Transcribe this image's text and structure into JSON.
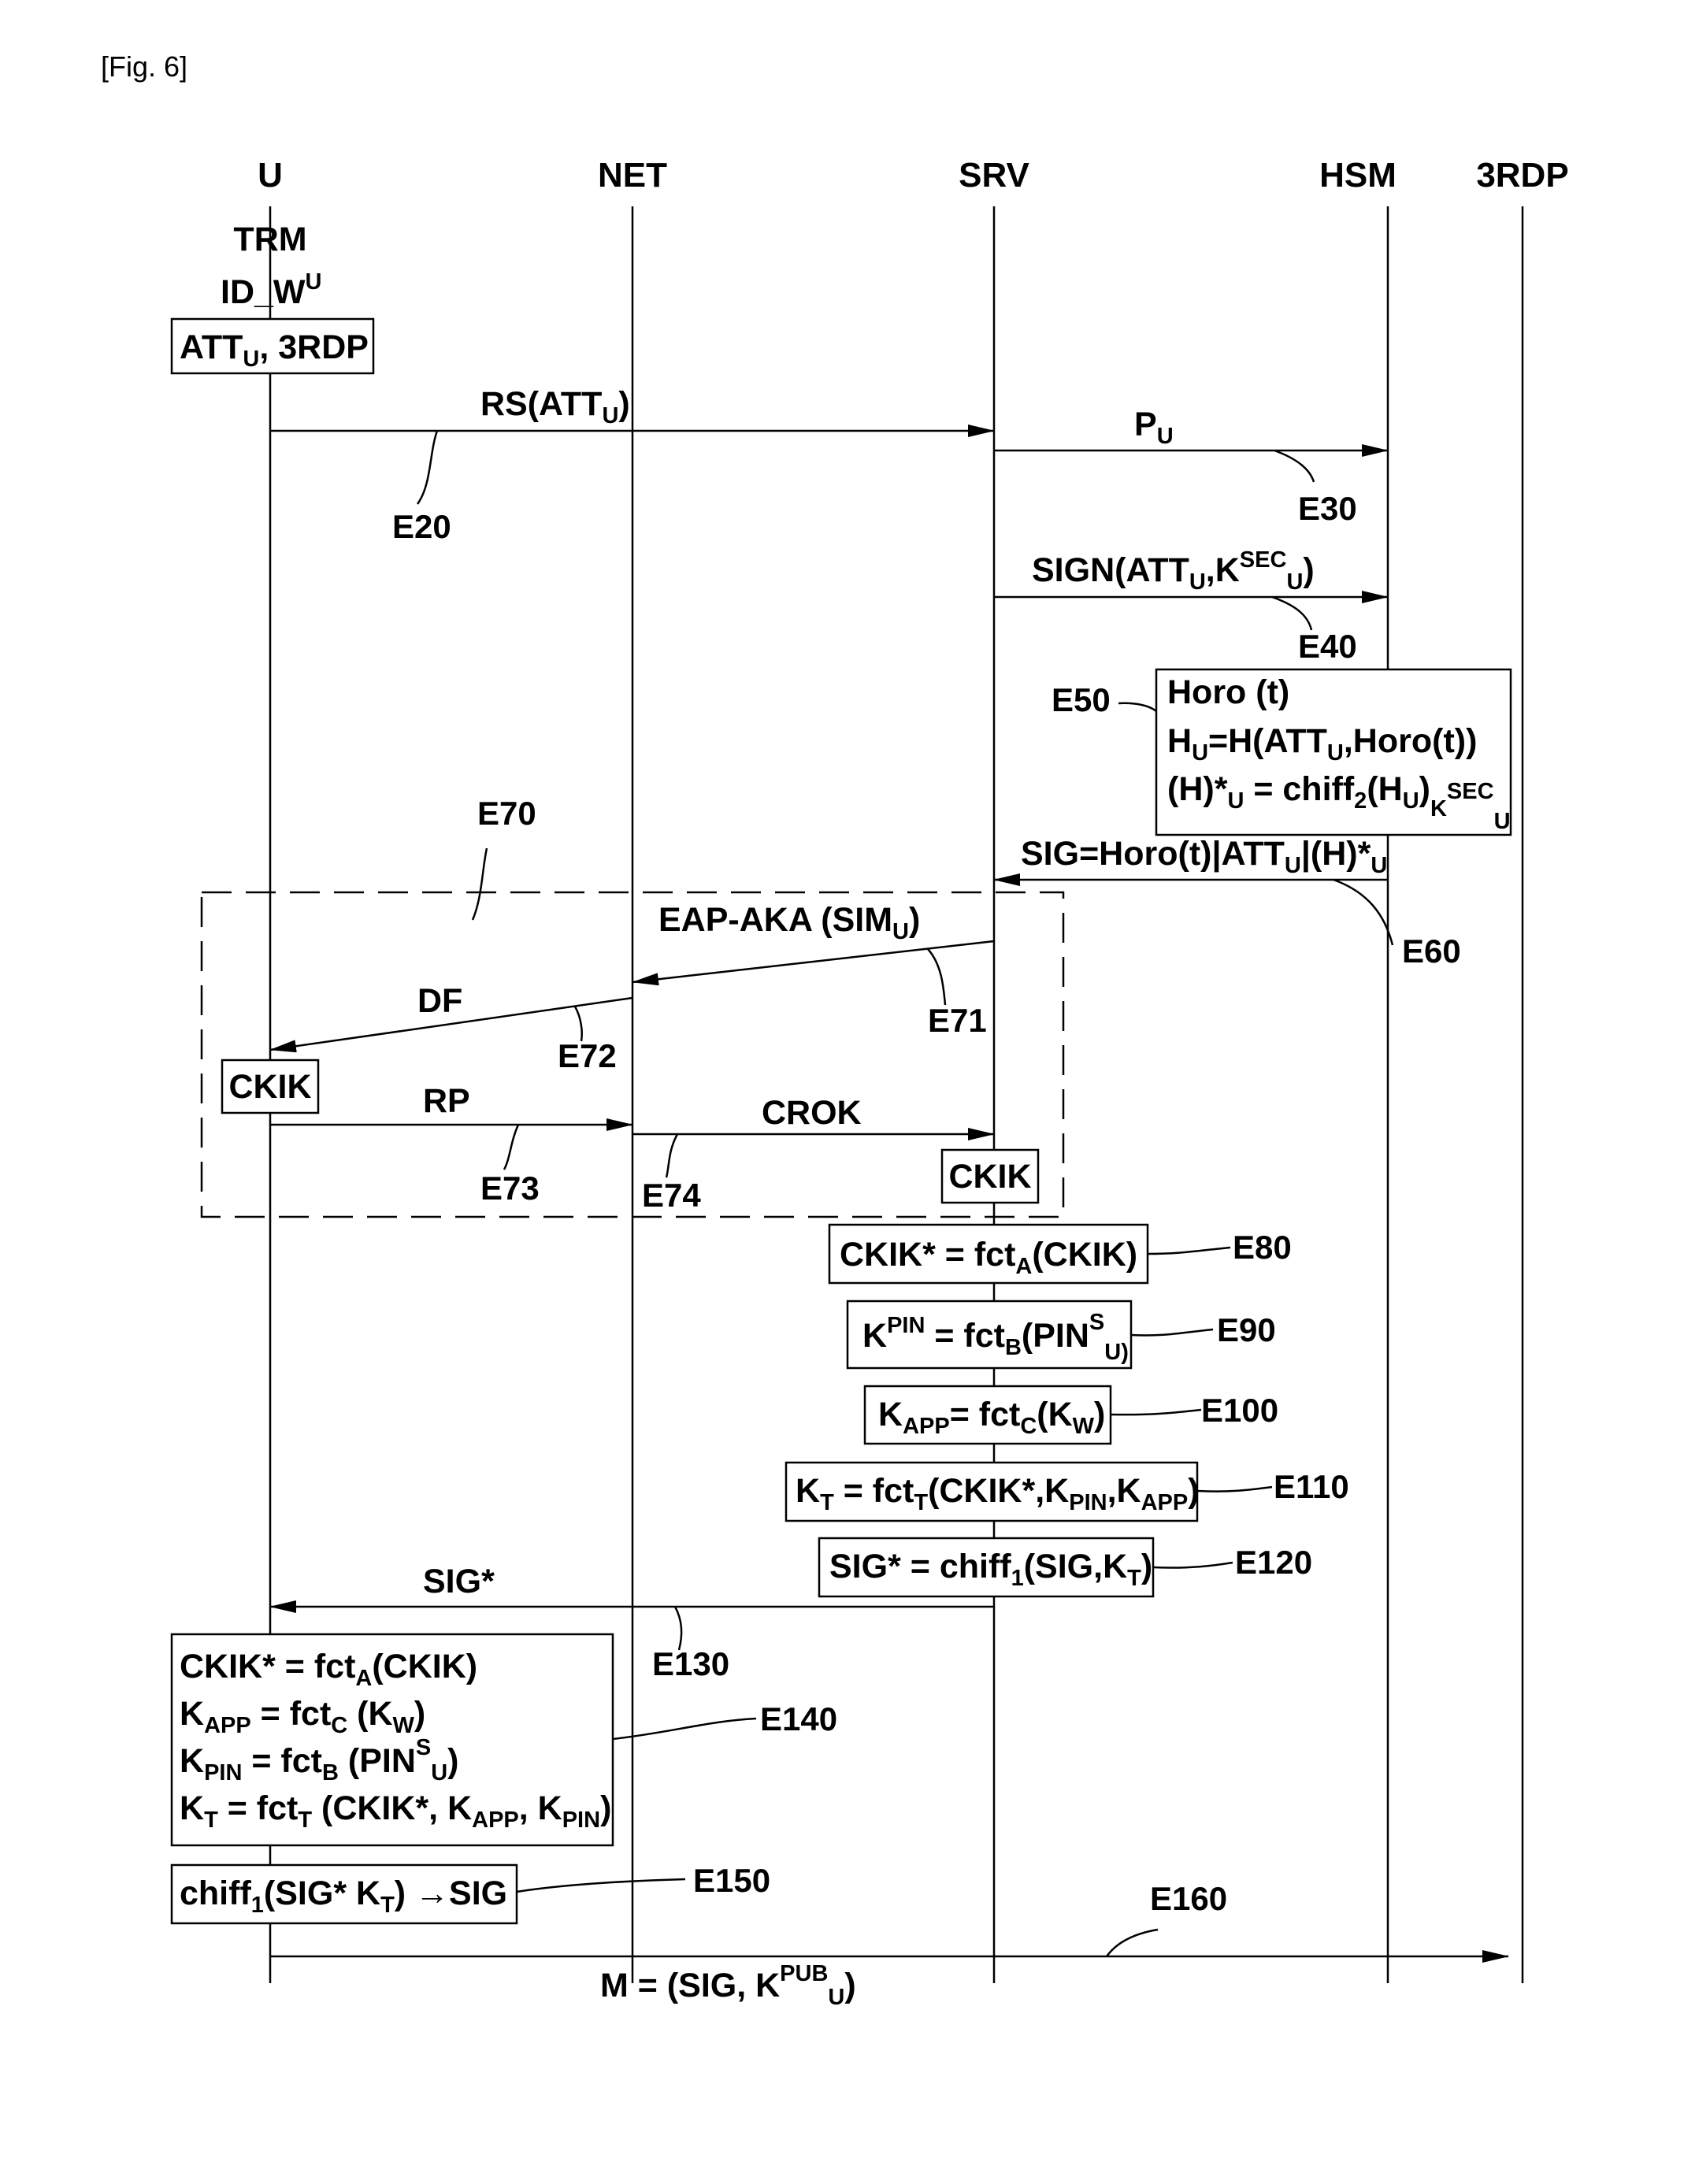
{
  "figure_label": "[Fig. 6]",
  "lifelines": [
    {
      "id": "u",
      "label": "U"
    },
    {
      "id": "net",
      "label": "NET"
    },
    {
      "id": "srv",
      "label": "SRV"
    },
    {
      "id": "hsm",
      "label": "HSM"
    },
    {
      "id": "3rdp",
      "label": "3RDP"
    }
  ],
  "u_terminal": {
    "line1": "TRM",
    "line2": "ID_W",
    "line2_sup": "U"
  },
  "att_box": {
    "a": "ATT",
    "a_sub": "U",
    "b": ", 3RDP"
  },
  "messages": {
    "rs": {
      "a": "RS(ATT",
      "a_sub": "U",
      "b": ")",
      "ref": "E20"
    },
    "pu": {
      "a": "P",
      "a_sub": "U",
      "ref": "E30"
    },
    "sign": {
      "a": "SIGN(ATT",
      "a_sub": "U",
      "b": ",K",
      "b_sup": "SEC",
      "b_sub": "U",
      "c": ")",
      "ref": "E40"
    },
    "sig": {
      "a": "SIG=Horo(t)|ATT",
      "a_sub": "U",
      "b": "|(H)*",
      "b_sub": "U",
      "ref": "E60"
    },
    "eap": {
      "a": "EAP-AKA (SIM",
      "a_sub": "U",
      "b": ")",
      "ref": "E71"
    },
    "df": {
      "label": "DF",
      "ref": "E72"
    },
    "rp": {
      "label": "RP",
      "ref": "E73"
    },
    "crok": {
      "label": "CROK",
      "ref": "E74"
    },
    "sigstar": {
      "label": "SIG*",
      "ref": "E130"
    },
    "m": {
      "a": "M = (SIG, K",
      "a_sup": "PUB",
      "a_sub": "U",
      "b": ")",
      "ref": "E160"
    }
  },
  "hsm_box": {
    "ref": "E50",
    "line1": "Horo (t)",
    "line2": {
      "a": "H",
      "a_sub": "U",
      "b": "=H(ATT",
      "b_sub": "U",
      "c": ",Horo(t))"
    },
    "line3": {
      "a": "(H)*",
      "a_sub": "U",
      "b": " = chiff",
      "b_sub": "2",
      "c": "(H",
      "c_sub": "U",
      "d": ")",
      "d_sub": "K",
      "d_sup": "SEC",
      "d_subsub": "U"
    }
  },
  "auth_group": {
    "ref": "E70",
    "ckik_u": "CKIK",
    "ckik_srv": "CKIK"
  },
  "srv_boxes": {
    "e80": {
      "ref": "E80",
      "a": "CKIK* = fct",
      "a_sub": "A",
      "b": "(CKIK)"
    },
    "e90": {
      "ref": "E90",
      "a": "K",
      "a_sup": "PIN",
      "b": " = fct",
      "b_sub": "B",
      "c": "(PIN",
      "c_sup": "S",
      "c_sub": "U)"
    },
    "e100": {
      "ref": "E100",
      "a": "K",
      "a_sub": "APP",
      "b": "= fct",
      "b_sub": "C",
      "c": "(K",
      "c_sub": "W",
      "d": ")"
    },
    "e110": {
      "ref": "E110",
      "a": "K",
      "a_sub": "T",
      "b": " = fct",
      "b_sub": "T",
      "c": "(CKIK*,K",
      "c_sub": "PIN",
      "d": ",K",
      "d_sub": "APP",
      "e": ")"
    },
    "e120": {
      "ref": "E120",
      "a": "SIG* = chiff",
      "a_sub": "1",
      "b": "(SIG,K",
      "b_sub": "T",
      "c": ")"
    }
  },
  "u_box": {
    "ref": "E140",
    "line1": {
      "a": "CKIK* = fct",
      "a_sub": "A",
      "b": "(CKIK)"
    },
    "line2": {
      "a": "K",
      "a_sub": "APP",
      "b": " = fct",
      "b_sub": "C",
      "c": " (K",
      "c_sub": "W",
      "d": ")"
    },
    "line3": {
      "a": "K",
      "a_sub": "PIN",
      "b": " = fct",
      "b_sub": "B",
      "c": " (PIN",
      "c_sup": "S",
      "c_sub": "U",
      "d": ")"
    },
    "line4": {
      "a": "K",
      "a_sub": "T",
      "b": " = fct",
      "b_sub": "T",
      "c": " (CKIK*, K",
      "c_sub": "APP",
      "d": ", K",
      "d_sub": "PIN",
      "e": ")"
    }
  },
  "u_box2": {
    "ref": "E150",
    "a": "chiff",
    "a_sub": "1",
    "b": "(SIG* K",
    "b_sub": "T",
    "c": ") →SIG"
  }
}
